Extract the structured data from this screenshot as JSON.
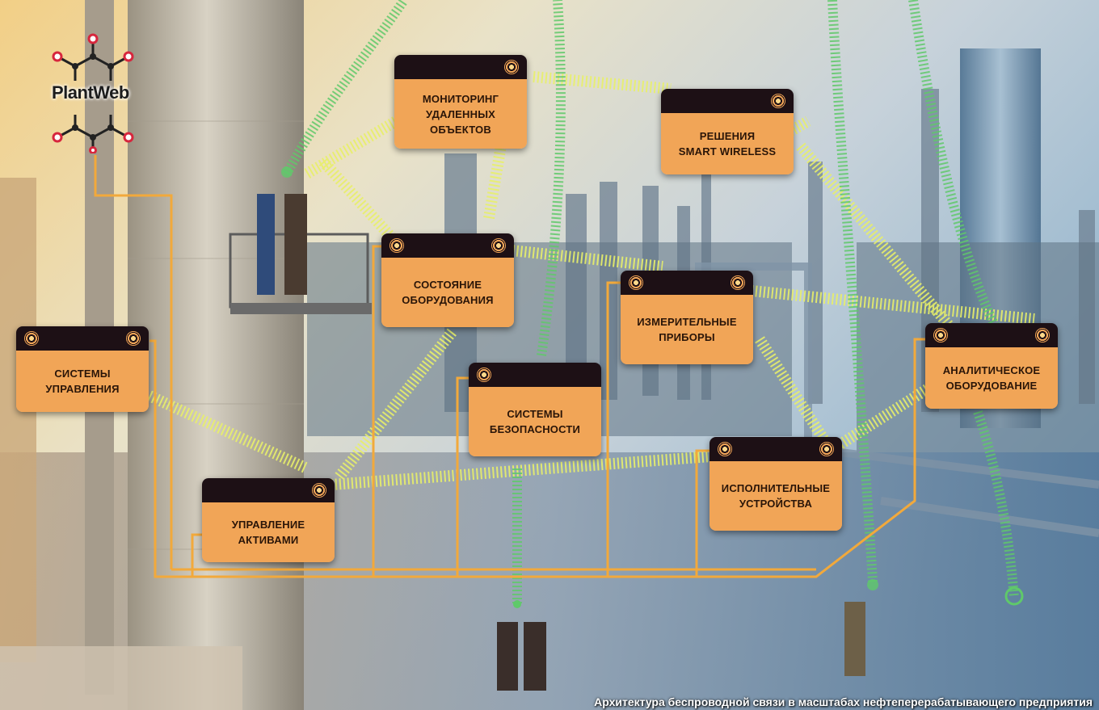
{
  "brand": {
    "name": "PlantWeb"
  },
  "caption": "Архитектура беспроводной связи в масштабах нефтеперерабатывающего предприятия",
  "colors": {
    "bus_line": "#f2a93b",
    "node_header": "#1d1015",
    "node_body": "#f1a557",
    "wireless_yellow": "#e8ef6a",
    "wireless_green": "#5fc96a"
  },
  "icons": {
    "node_status": "wireless-signal-icon",
    "logo": "plantweb-logo-icon"
  },
  "nodes": [
    {
      "id": "remote",
      "label": "МОНИТОРИНГ\nУДАЛЕННЫХ\nОБЪЕКТОВ"
    },
    {
      "id": "smart",
      "label": "РЕШЕНИЯ\nSMART WIRELESS"
    },
    {
      "id": "equipment",
      "label": "СОСТОЯНИЕ\nОБОРУДОВАНИЯ"
    },
    {
      "id": "instruments",
      "label": "ИЗМЕРИТЕЛЬНЫЕ\nПРИБОРЫ"
    },
    {
      "id": "control",
      "label": "СИСТЕМЫ\nУПРАВЛЕНИЯ"
    },
    {
      "id": "safety",
      "label": "СИСТЕМЫ\nБЕЗОПАСНОСТИ"
    },
    {
      "id": "analytic",
      "label": "АНАЛИТИЧЕСКОЕ\nОБОРУДОВАНИЕ"
    },
    {
      "id": "actuators",
      "label": "ИСПОЛНИТЕЛЬНЫЕ\nУСТРОЙСТВА"
    },
    {
      "id": "assets",
      "label": "УПРАВЛЕНИЕ\nАКТИВАМИ"
    }
  ]
}
